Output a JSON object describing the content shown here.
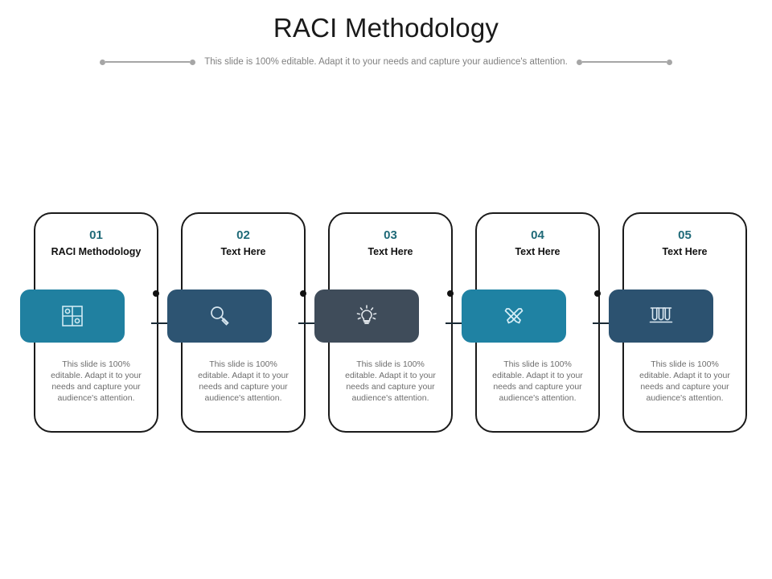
{
  "header": {
    "title": "RACI Methodology",
    "subtitle": "This slide is 100% editable. Adapt it to your needs and capture your audience's attention."
  },
  "colors": {
    "teal": "#1f82a3",
    "teal_deep": "#2080a0",
    "slate_blue": "#2d5472",
    "slate_gray": "#3f4c5a",
    "number_teal": "#1f6a78",
    "body_gray": "#6d6d6d",
    "outline": "#1a1a1a",
    "deco_gray": "#a6a6a6"
  },
  "cards": [
    {
      "number": "01",
      "title": "RACI Methodology",
      "body": "This slide is 100% editable. Adapt it to your needs and capture your audience's attention.",
      "icon": "matrix-grid-icon",
      "icon_color": "#2080a0"
    },
    {
      "number": "02",
      "title": "Text Here",
      "body": "This slide is 100% editable. Adapt it to your needs and capture your audience's attention.",
      "icon": "magnifier-icon",
      "icon_color": "#2d5472"
    },
    {
      "number": "03",
      "title": "Text Here",
      "body": "This slide is 100% editable. Adapt it to your needs and capture your audience's attention.",
      "icon": "lightbulb-icon",
      "icon_color": "#3f4c5a"
    },
    {
      "number": "04",
      "title": "Text Here",
      "body": "This slide is 100% editable. Adapt it to your needs and capture your audience's attention.",
      "icon": "crossed-tools-icon",
      "icon_color": "#1f82a3"
    },
    {
      "number": "05",
      "title": "Text Here",
      "body": "This slide is 100% editable. Adapt it to your needs and capture your audience's attention.",
      "icon": "test-tubes-icon",
      "icon_color": "#2c5270"
    }
  ]
}
